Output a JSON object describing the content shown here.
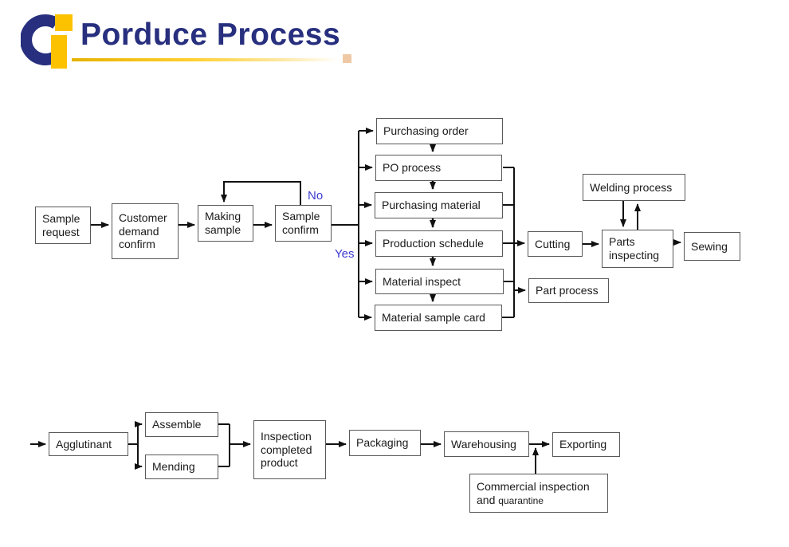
{
  "header": {
    "title": "Porduce Process",
    "logo": {
      "name": "company-logo",
      "navy": "#272F7E",
      "gold": "#FCC200",
      "underline_cap": "#EFC9A6"
    }
  },
  "flowchart": {
    "decision_labels": {
      "no": "No",
      "yes": "Yes"
    },
    "nodes": {
      "sample_request": {
        "label": "Sample request"
      },
      "customer_demand": {
        "label": "Customer demand confirm"
      },
      "making_sample": {
        "label": "Making sample"
      },
      "sample_confirm": {
        "label": "Sample confirm"
      },
      "purchasing_order": {
        "label": "Purchasing order"
      },
      "po_process": {
        "label": "PO process"
      },
      "purchasing_material": {
        "label": "Purchasing material"
      },
      "production_schedule": {
        "label": "Production schedule"
      },
      "material_inspect": {
        "label": "Material inspect"
      },
      "material_sample_card": {
        "label": "Material sample card"
      },
      "welding_process": {
        "label": "Welding process"
      },
      "cutting": {
        "label": "Cutting"
      },
      "parts_inspecting": {
        "label": "Parts inspecting"
      },
      "sewing": {
        "label": "Sewing"
      },
      "part_process": {
        "label": "Part process"
      },
      "agglutinant": {
        "label": "Agglutinant"
      },
      "assemble": {
        "label": "Assemble"
      },
      "mending": {
        "label": "Mending"
      },
      "inspection_completed": {
        "label": "Inspection completed product"
      },
      "packaging": {
        "label": "Packaging"
      },
      "warehousing": {
        "label": "Warehousing"
      },
      "exporting": {
        "label": "Exporting"
      },
      "commercial_inspection": {
        "line1": "Commercial inspection",
        "line2_and": "and ",
        "line2_quarantine": "quarantine"
      }
    },
    "edges": [
      "sample_request->customer_demand",
      "customer_demand->making_sample",
      "making_sample->sample_confirm",
      "sample_confirm--No-->making_sample",
      "sample_confirm--Yes-->purchasing_order|po_process|purchasing_material|production_schedule|material_inspect|material_sample_card",
      "purchasing_order->po_process",
      "po_process->purchasing_material",
      "purchasing_material->production_schedule",
      "production_schedule->material_inspect",
      "material_inspect->material_sample_card",
      "production_schedule->cutting",
      "column_collector->part_process",
      "cutting->parts_inspecting",
      "welding_process<->parts_inspecting",
      "parts_inspecting->sewing",
      "start->agglutinant",
      "agglutinant->assemble",
      "agglutinant->mending",
      "assemble->inspection_completed",
      "mending->inspection_completed",
      "inspection_completed->packaging",
      "packaging->warehousing",
      "warehousing->exporting",
      "commercial_inspection->warehousing-exporting-link"
    ],
    "colors": {
      "line": "#111111",
      "box_border": "#595959",
      "text": "#1a1a1a",
      "decision_blue": "#3A3ACF"
    }
  }
}
